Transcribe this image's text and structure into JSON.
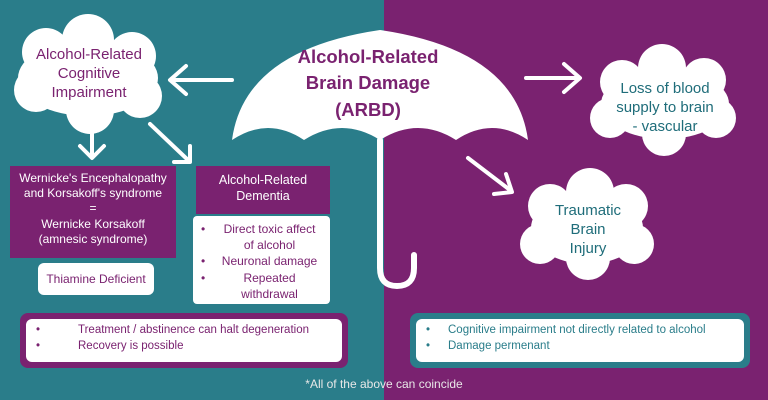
{
  "umbrella": {
    "title_line1": "Alcohol-Related",
    "title_line2": "Brain Damage",
    "title_line3": "(ARBD)"
  },
  "cloud_arci": {
    "line1": "Alcohol-Related",
    "line2": "Cognitive",
    "line3": "Impairment"
  },
  "cloud_vascular": {
    "line1": "Loss of blood",
    "line2": "supply to brain",
    "line3": "- vascular"
  },
  "cloud_tbi": {
    "line1": "Traumatic",
    "line2": "Brain",
    "line3": "Injury"
  },
  "wernicke": {
    "line1": "Wernicke's Encephalopathy",
    "line2": "and Korsakoff's syndrome",
    "line3": "=",
    "line4": "Wernicke Korsakoff",
    "line5": "(amnesic syndrome)"
  },
  "thiamine": {
    "label": "Thiamine Deficient"
  },
  "dementia": {
    "line1": "Alcohol-Related",
    "line2": "Dementia",
    "bullets": [
      {
        "line1": "Direct toxic affect",
        "line2": "of alcohol"
      },
      {
        "line1": "Neuronal damage",
        "line2": ""
      },
      {
        "line1": "Repeated",
        "line2": "withdrawal"
      }
    ]
  },
  "left_notes": [
    "Treatment / abstinence can halt degeneration",
    "Recovery is possible"
  ],
  "right_notes": [
    "Cognitive impairment not directly related to alcohol",
    "Damage permenant"
  ],
  "footer": {
    "note": "*All of the above can coincide"
  },
  "colors": {
    "teal": "#2a7d8a",
    "purple": "#7a2270",
    "white": "#ffffff"
  }
}
